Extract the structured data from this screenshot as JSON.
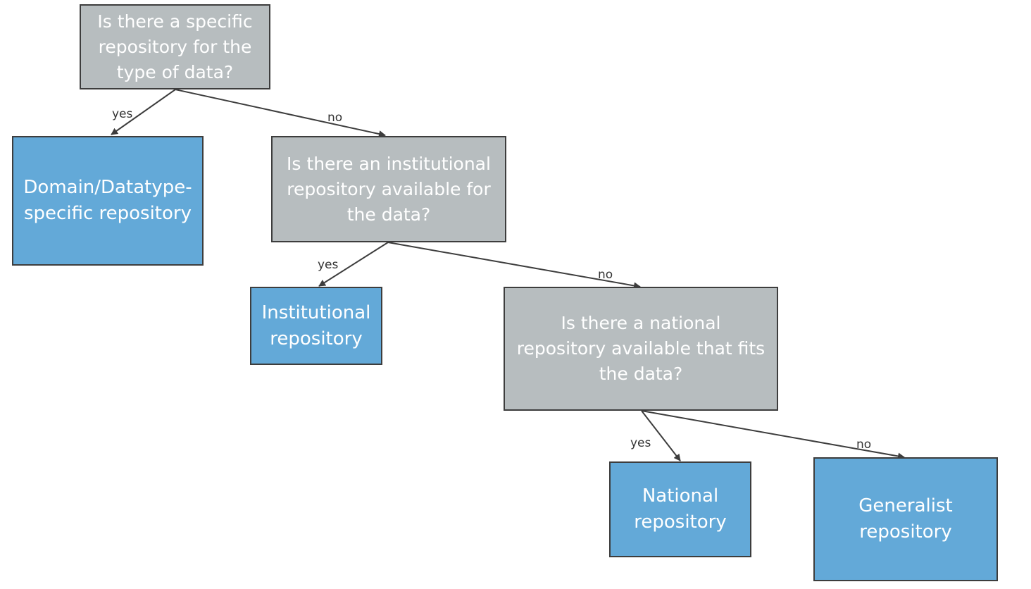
{
  "nodes": {
    "q1": "Is there a specific repository for the type of data?",
    "q2": "Is there an institutional repository available for the data?",
    "q3": "Is there a national repository available that fits the data?",
    "domain_repo": "Domain/Datatype-specific repository",
    "institutional_repo": "Institutional repository",
    "national_repo": "National repository",
    "generalist_repo": "Generalist repository"
  },
  "edges": {
    "q1_yes": "yes",
    "q1_no": "no",
    "q2_yes": "yes",
    "q2_no": "no",
    "q3_yes": "yes",
    "q3_no": "no"
  },
  "colors": {
    "question_fill": "#b7bdbf",
    "outcome_fill": "#63a9d8",
    "stroke": "#3d3d3d"
  }
}
